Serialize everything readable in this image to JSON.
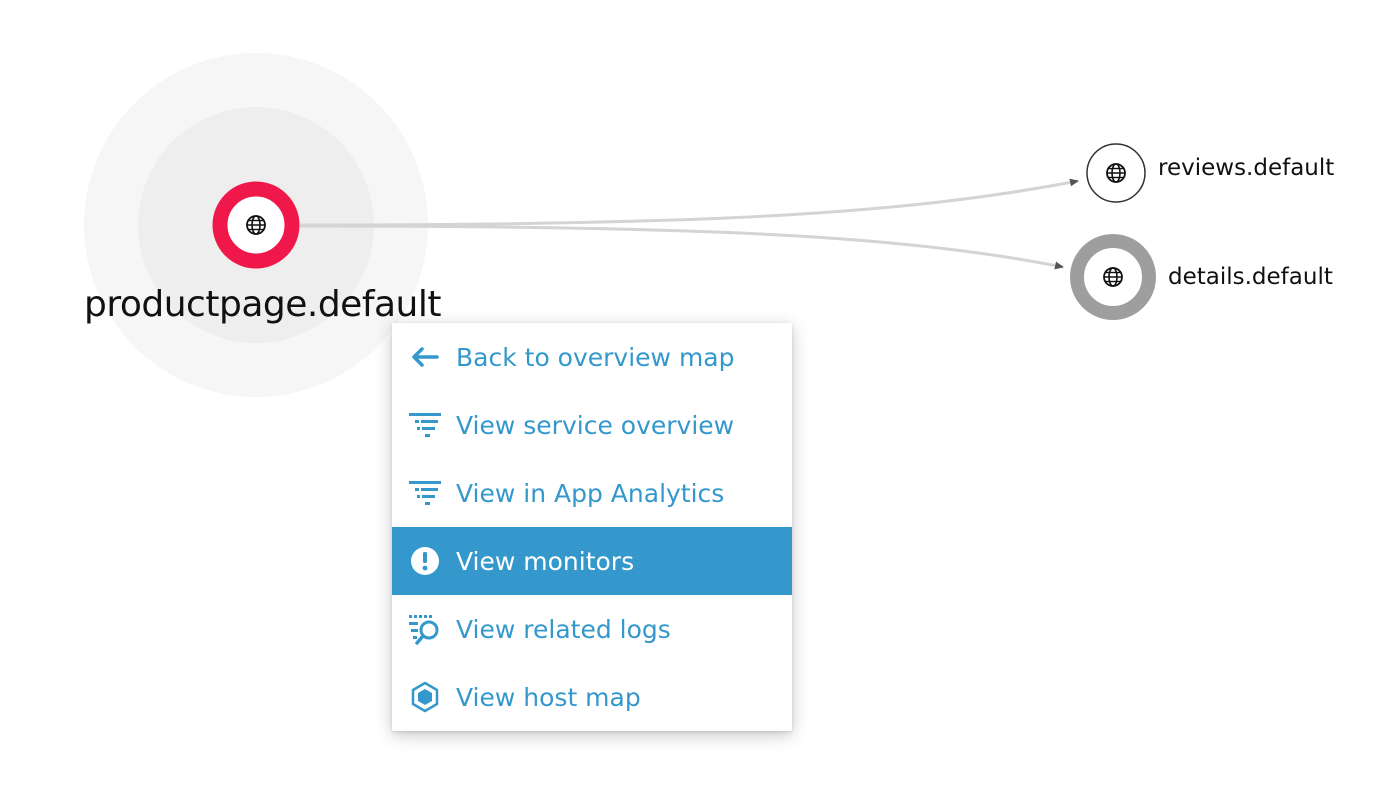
{
  "map": {
    "focus_node": {
      "label": "productpage.default",
      "icon": "globe-icon",
      "status_color": "#f0184a"
    },
    "nodes": [
      {
        "label": "reviews.default",
        "icon": "globe-icon",
        "status_color": "#333333"
      },
      {
        "label": "details.default",
        "icon": "globe-icon",
        "status_color": "#9e9e9e"
      }
    ],
    "edges": [
      {
        "from": "productpage.default",
        "to": "reviews.default"
      },
      {
        "from": "productpage.default",
        "to": "details.default"
      }
    ]
  },
  "context_menu": {
    "accent_color": "#3598cc",
    "items": [
      {
        "label": "Back to overview map",
        "icon": "arrow-left-icon",
        "selected": false
      },
      {
        "label": "View service overview",
        "icon": "filter-lines-icon",
        "selected": false
      },
      {
        "label": "View in App Analytics",
        "icon": "filter-lines-icon",
        "selected": false
      },
      {
        "label": "View monitors",
        "icon": "exclamation-circle-icon",
        "selected": true
      },
      {
        "label": "View related logs",
        "icon": "logs-search-icon",
        "selected": false
      },
      {
        "label": "View host map",
        "icon": "hexagon-icon",
        "selected": false
      }
    ]
  }
}
